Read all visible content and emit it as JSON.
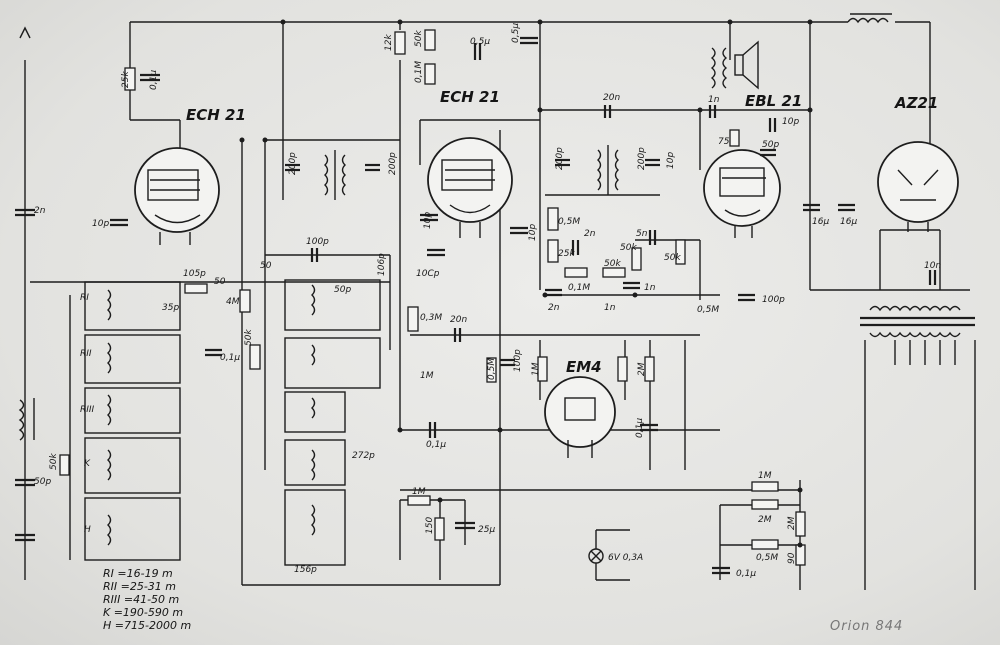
{
  "tubes": {
    "ech21_a": "ECH 21",
    "ech21_b": "ECH 21",
    "ebl21": "EBL 21",
    "az21": "AZ21",
    "em4": "EM4"
  },
  "coil_labels": {
    "r1": "RI",
    "r2": "RII",
    "r3": "RIII",
    "k": "K",
    "h": "H"
  },
  "ranges": [
    "RI =16-19 m",
    "RII =25-31 m",
    "RIII =41-50 m",
    "K =190-590 m",
    "H =715-2000 m"
  ],
  "components": {
    "r_25k": "25k",
    "c_01u_top": "0,1µ",
    "r_12k": "12k",
    "r_50k_top": "50k",
    "r_01m_top": "0,1M",
    "c_05u_top": "0,5µ",
    "c_05u_right": "0,5µ",
    "c_2n_ant": "2n",
    "c_10p_left": "10p",
    "c_200p_a": "200p",
    "c_200p_b": "200p",
    "c_10p_mid": "10p",
    "c_10p_mid2": "10p",
    "c_20n_top": "20n",
    "c_200p_c": "200p",
    "c_200p_d": "200p",
    "c_10p_right": "10p",
    "c_1n_top": "1n",
    "c_10p_ebl": "10p",
    "r_75": "75",
    "c_50p_ebl": "50p",
    "c_16u_a": "16µ",
    "c_16u_b": "16µ",
    "r_05m_a": "0,5M",
    "c_2n_b": "2n",
    "r_25k_b": "25k",
    "r_01m_b": "0,1M",
    "r_50k_b": "50k",
    "c_5n": "5n",
    "r_50k_c": "50k",
    "r_50k_d": "50k",
    "c_2n_c": "2n",
    "c_1n_a": "1n",
    "c_1n_b": "1n",
    "r_05m_vol": "0,5M",
    "c_100p_r": "100p",
    "c_10n_az": "10n",
    "c_105p_a": "105p",
    "r_50": "50",
    "c_35p": "35p",
    "r_4m": "4M",
    "c_01u_l": "0,1µ",
    "r_50k_l": "50k",
    "c_50": "50",
    "c_100p_m": "100p",
    "c_106p": "106p",
    "c_50p_m": "50p",
    "c_100p_10": "10Cp",
    "r_03m": "0,3M",
    "c_20n_m": "20n",
    "pot_1m": "1M",
    "r_05m_em": "0,5M",
    "c_100p_em": "100p",
    "r_1m_em": "1M",
    "r_2m_em": "2M",
    "c_01u_em": "0,1µ",
    "c_01u_bot": "0,1µ",
    "r_1m_bot": "1M",
    "r_150": "150",
    "c_25u": "25µ",
    "c_272p": "272p",
    "c_156p": "156p",
    "r_1m_r": "1M",
    "r_2m_r": "2M",
    "r_05m_r": "0,5M",
    "r_2m_v": "2M",
    "r_90": "90",
    "c_01u_r": "0,1µ",
    "c_50p_ant": "50p",
    "r_50k_k": "50k",
    "lamp": "6V 0,3A"
  },
  "brand": "Orion 844"
}
